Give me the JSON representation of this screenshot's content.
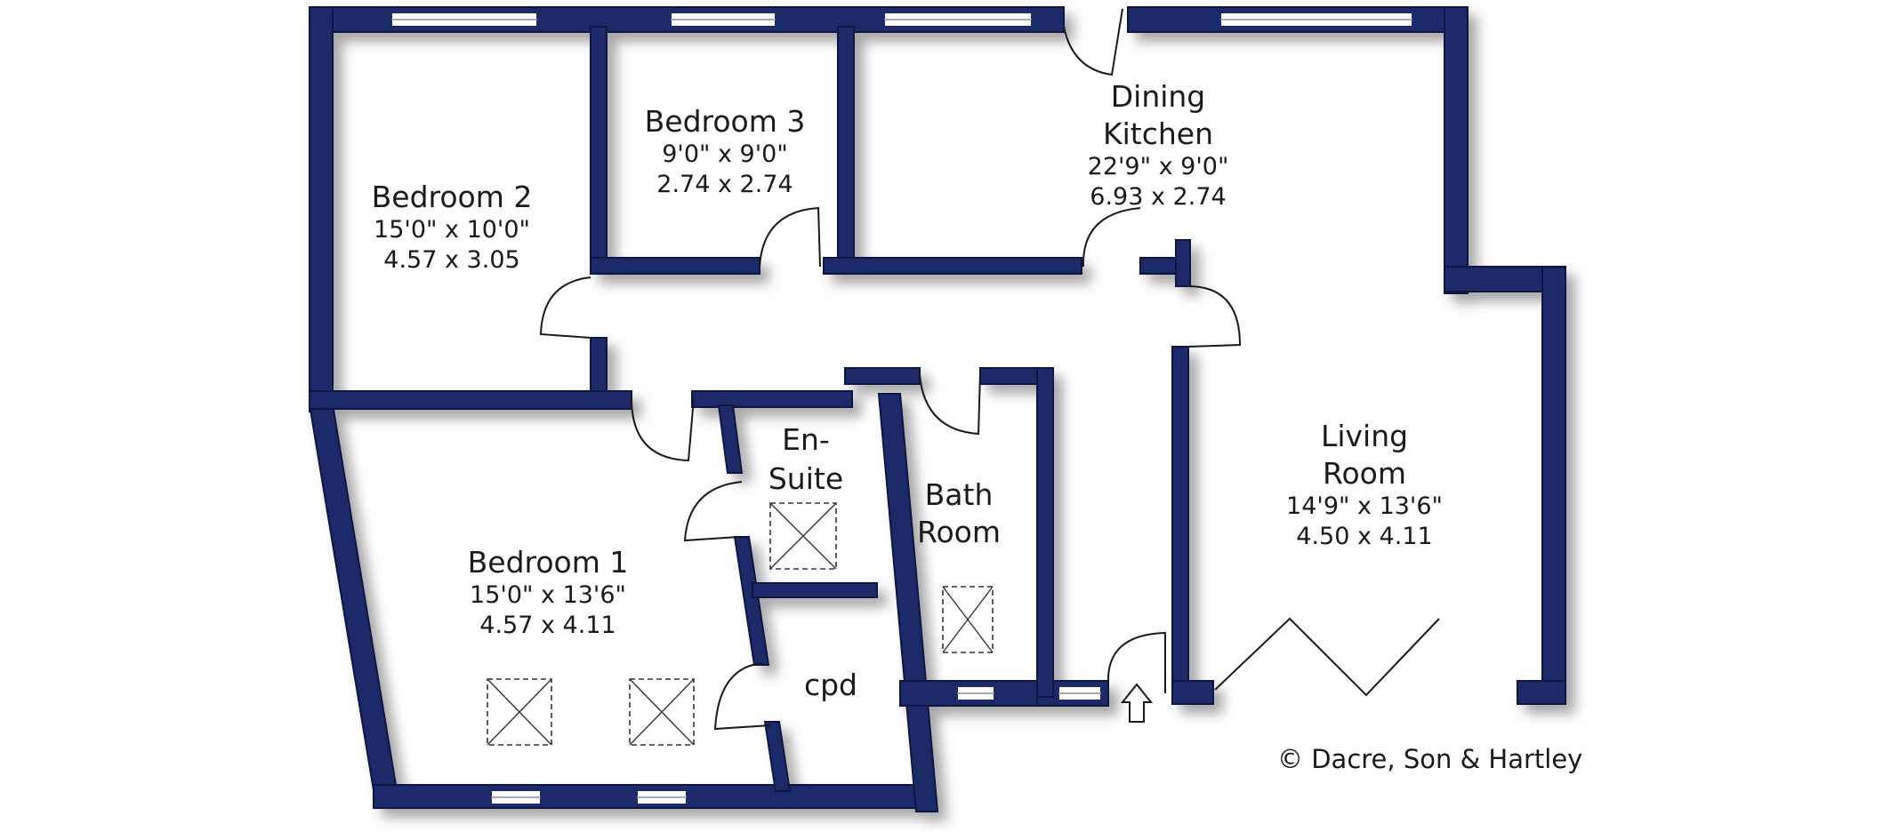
{
  "rooms": {
    "bedroom2": {
      "name": "Bedroom 2",
      "dim_imperial": "15'0\"  x  10'0\"",
      "dim_metric": "4.57  x  3.05"
    },
    "bedroom3": {
      "name": "Bedroom 3",
      "dim_imperial": "9'0\"  x  9'0\"",
      "dim_metric": "2.74  x  2.74"
    },
    "dining_kitchen": {
      "name_line1": "Dining",
      "name_line2": "Kitchen",
      "dim_imperial": "22'9\"  x  9'0\"",
      "dim_metric": "6.93  x  2.74"
    },
    "living_room": {
      "name_line1": "Living",
      "name_line2": "Room",
      "dim_imperial": "14'9\"  x  13'6\"",
      "dim_metric": "4.50  x  4.11"
    },
    "ensuite": {
      "name_line1": "En-",
      "name_line2": "Suite"
    },
    "bathroom": {
      "name_line1": "Bath",
      "name_line2": "Room"
    },
    "bedroom1": {
      "name": "Bedroom 1",
      "dim_imperial": "15'0\"  x  13'6\"",
      "dim_metric": "4.57  x  4.11"
    },
    "cupboard": {
      "name": "cpd"
    }
  },
  "copyright": "© Dacre, Son & Hartley",
  "colors": {
    "wall": "#1d2b6b",
    "background": "#ffffff"
  }
}
